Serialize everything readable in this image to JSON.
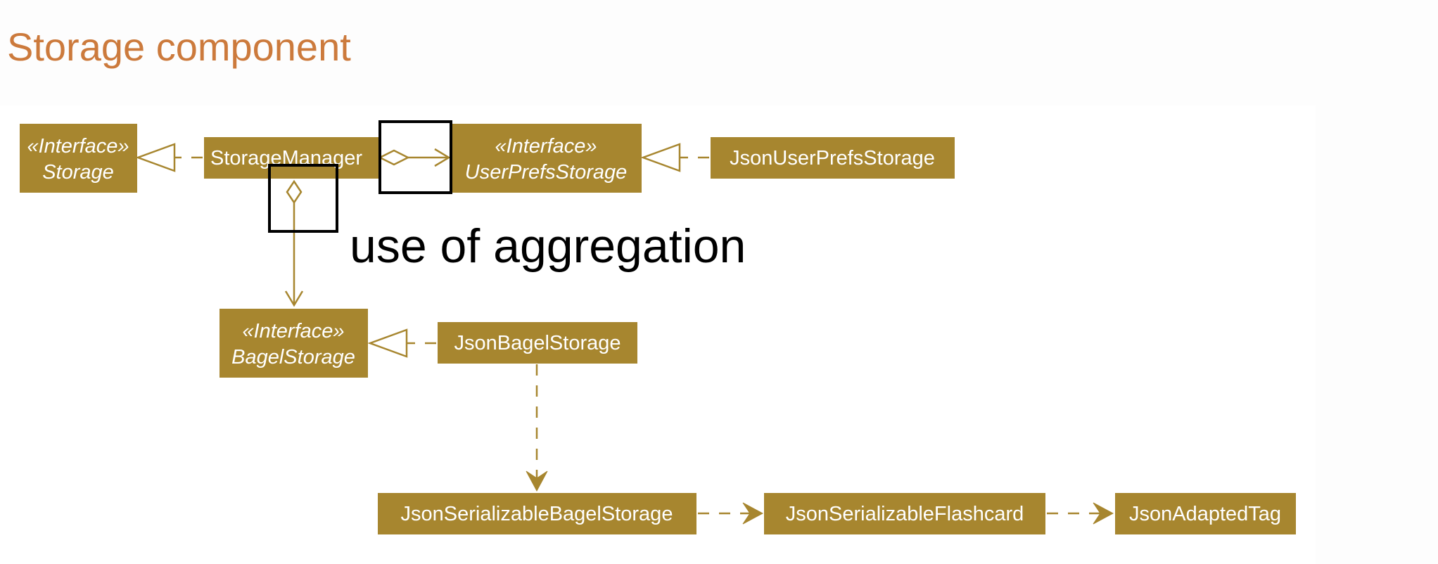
{
  "title": "Storage component",
  "nodes": {
    "storage": {
      "stereotype": "«Interface»",
      "name": "Storage"
    },
    "storage_manager": {
      "name": "StorageManager"
    },
    "user_prefs_storage": {
      "stereotype": "«Interface»",
      "name": "UserPrefsStorage"
    },
    "json_user_prefs_storage": {
      "name": "JsonUserPrefsStorage"
    },
    "bagel_storage": {
      "stereotype": "«Interface»",
      "name": "BagelStorage"
    },
    "json_bagel_storage": {
      "name": "JsonBagelStorage"
    },
    "json_serializable_bagel_storage": {
      "name": "JsonSerializableBagelStorage"
    },
    "json_serializable_flashcard": {
      "name": "JsonSerializableFlashcard"
    },
    "json_adapted_tag": {
      "name": "JsonAdaptedTag"
    }
  },
  "annotation": "use of aggregation",
  "colors": {
    "node_fill": "#a7862f",
    "node_text": "#ffffff",
    "title": "#cc7a3c",
    "highlight": "#000000"
  }
}
